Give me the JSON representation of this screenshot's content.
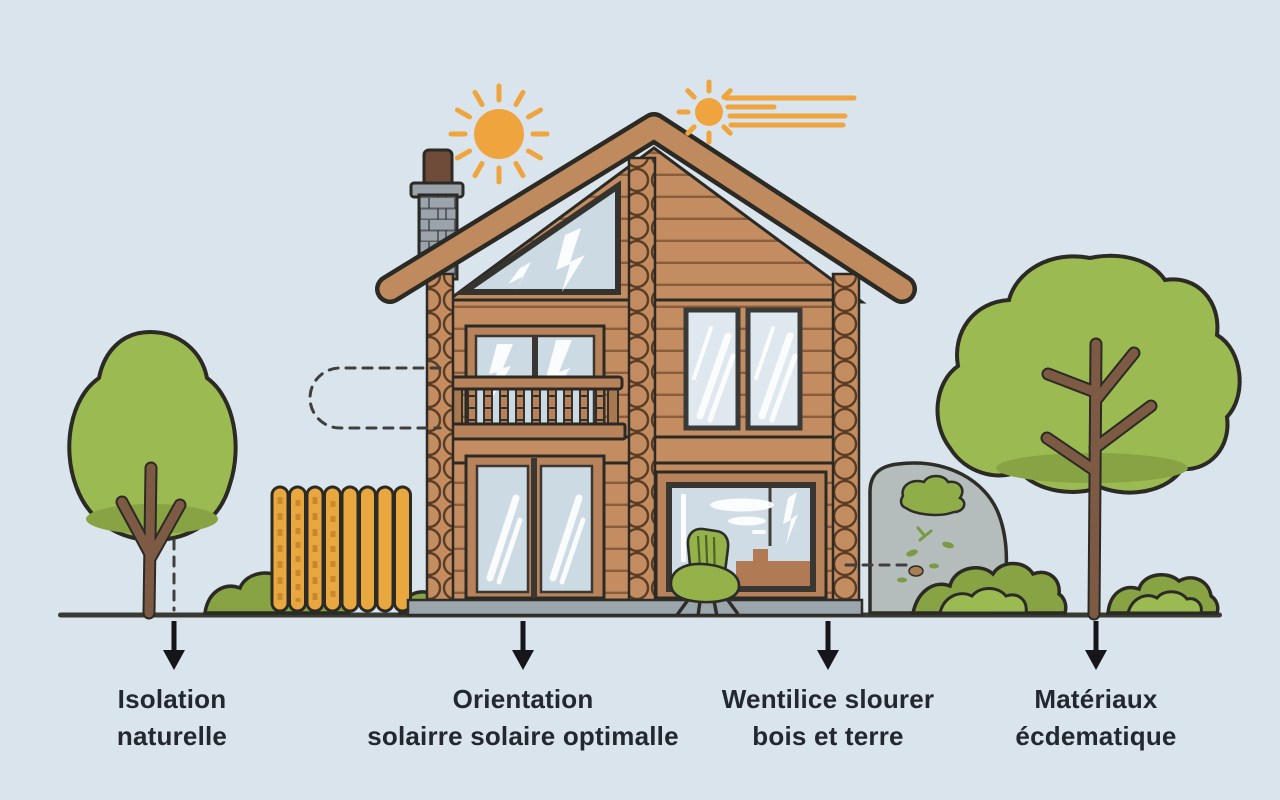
{
  "labels": [
    {
      "line1": "Isolation",
      "line2": "naturelle"
    },
    {
      "line1": "Orientation",
      "line2": "solairre solaire optimalle"
    },
    {
      "line1": "Wentilice slourer",
      "line2": "bois et terre"
    },
    {
      "line1": "Matériaux",
      "line2": "écdematique"
    }
  ],
  "illustration_elements": [
    "sun-icon",
    "sun-wind-lines-icon",
    "log-house",
    "chimney",
    "triangular-gable-window",
    "balcony",
    "french-doors",
    "picture-window",
    "green-armchair",
    "left-tree",
    "right-tree",
    "wooden-fence",
    "mossy-rock",
    "bushes",
    "ground-line",
    "down-arrow",
    "dashed-callout-lines"
  ],
  "colors": {
    "sky": "#d9e4ec",
    "wall": "#c48d61",
    "wall_trim": "#b8835a",
    "roof": "#bf8a5d",
    "outline": "#2b2a25",
    "glass": "#ccdae3",
    "glass_light": "#dfe8ee",
    "foundation": "#9aa5ac",
    "fence": "#e8a83f",
    "fence_stripe": "#c9882e",
    "leaf": "#9cba52",
    "leaf_shade": "#87a343",
    "trunk": "#7d5a44",
    "rock": "#b4bdbc",
    "moss": "#8fae4a",
    "sun": "#f0a43e",
    "chair": "#94b249",
    "text": "#232730",
    "line": "#3a3a35"
  }
}
